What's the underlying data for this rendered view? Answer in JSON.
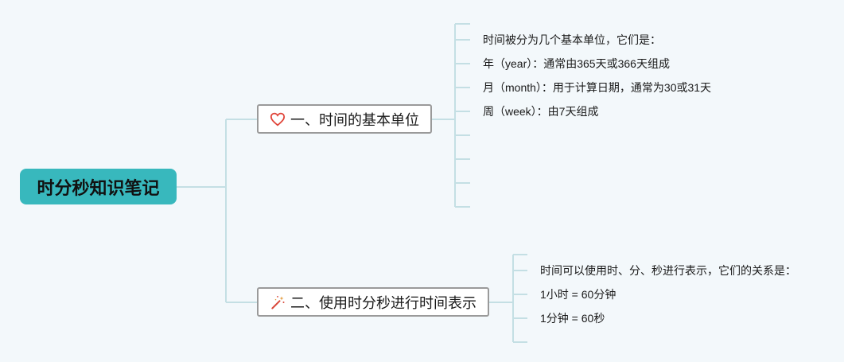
{
  "root": {
    "title": "时分秒知识笔记"
  },
  "branches": [
    {
      "label": "一、时间的基本单位",
      "icon": "heart-icon",
      "icon_color": "#e0453a",
      "items": [
        "时间被分为几个基本单位，它们是：",
        "年（year）：通常由365天或366天组成",
        "月（month）：用于计算日期，通常为30或31天",
        "周（week）：由7天组成"
      ]
    },
    {
      "label": "二、使用时分秒进行时间表示",
      "icon": "magic-wand-icon",
      "icon_color": "#d9483b",
      "items": [
        "时间可以使用时、分、秒进行表示，它们的关系是：",
        "1小时 = 60分钟",
        "1分钟 = 60秒"
      ]
    }
  ],
  "colors": {
    "background": "#f3f8fb",
    "root_fill": "#38b8bd",
    "connector": "#c4dfe4",
    "branch_border": "#9a9a9a"
  }
}
